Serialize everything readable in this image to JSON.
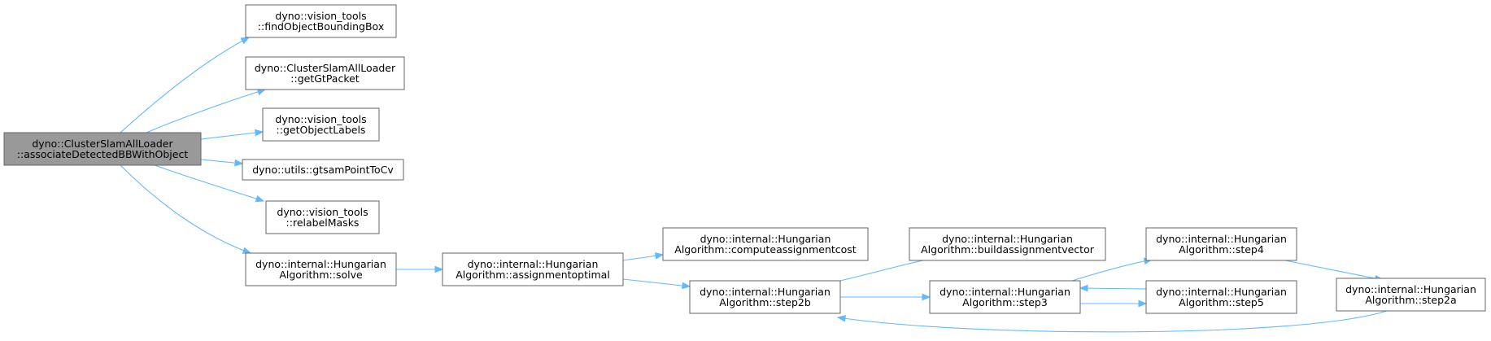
{
  "graph": {
    "nodes": [
      {
        "id": "root",
        "lines": [
          "dyno::ClusterSlamAllLoader",
          "::associateDetectedBBWithObject"
        ],
        "root": true
      },
      {
        "id": "fobb",
        "lines": [
          "dyno::vision_tools",
          "::findObjectBoundingBox"
        ]
      },
      {
        "id": "ggp",
        "lines": [
          "dyno::ClusterSlamAllLoader",
          "::getGtPacket"
        ]
      },
      {
        "id": "gol",
        "lines": [
          "dyno::vision_tools",
          "::getObjectLabels"
        ]
      },
      {
        "id": "gptc",
        "lines": [
          "dyno::utils::gtsamPointToCv"
        ]
      },
      {
        "id": "relm",
        "lines": [
          "dyno::vision_tools",
          "::relabelMasks"
        ]
      },
      {
        "id": "solve",
        "lines": [
          "dyno::internal::Hungarian",
          "Algorithm::solve"
        ]
      },
      {
        "id": "aopt",
        "lines": [
          "dyno::internal::Hungarian",
          "Algorithm::assignmentoptimal"
        ]
      },
      {
        "id": "cac",
        "lines": [
          "dyno::internal::Hungarian",
          "Algorithm::computeassignmentcost"
        ]
      },
      {
        "id": "s2b",
        "lines": [
          "dyno::internal::Hungarian",
          "Algorithm::step2b"
        ]
      },
      {
        "id": "bav",
        "lines": [
          "dyno::internal::Hungarian",
          "Algorithm::buildassignmentvector"
        ]
      },
      {
        "id": "s3",
        "lines": [
          "dyno::internal::Hungarian",
          "Algorithm::step3"
        ]
      },
      {
        "id": "s4",
        "lines": [
          "dyno::internal::Hungarian",
          "Algorithm::step4"
        ]
      },
      {
        "id": "s5",
        "lines": [
          "dyno::internal::Hungarian",
          "Algorithm::step5"
        ]
      },
      {
        "id": "s2a",
        "lines": [
          "dyno::internal::Hungarian",
          "Algorithm::step2a"
        ]
      }
    ],
    "edges": [
      {
        "from": "root",
        "to": "fobb"
      },
      {
        "from": "root",
        "to": "ggp"
      },
      {
        "from": "root",
        "to": "gol"
      },
      {
        "from": "root",
        "to": "gptc"
      },
      {
        "from": "root",
        "to": "relm"
      },
      {
        "from": "root",
        "to": "solve"
      },
      {
        "from": "solve",
        "to": "aopt"
      },
      {
        "from": "aopt",
        "to": "cac"
      },
      {
        "from": "aopt",
        "to": "s2b"
      },
      {
        "from": "s2b",
        "to": "bav"
      },
      {
        "from": "s2b",
        "to": "s3"
      },
      {
        "from": "s3",
        "to": "s4"
      },
      {
        "from": "s3",
        "to": "s5"
      },
      {
        "from": "s5",
        "to": "s3"
      },
      {
        "from": "s4",
        "to": "s2a"
      },
      {
        "from": "s2a",
        "to": "s2b"
      }
    ],
    "colors": {
      "edge": "#63b8ff",
      "node_border": "#666666",
      "root_fill": "#999999",
      "node_fill": "#ffffff"
    }
  }
}
